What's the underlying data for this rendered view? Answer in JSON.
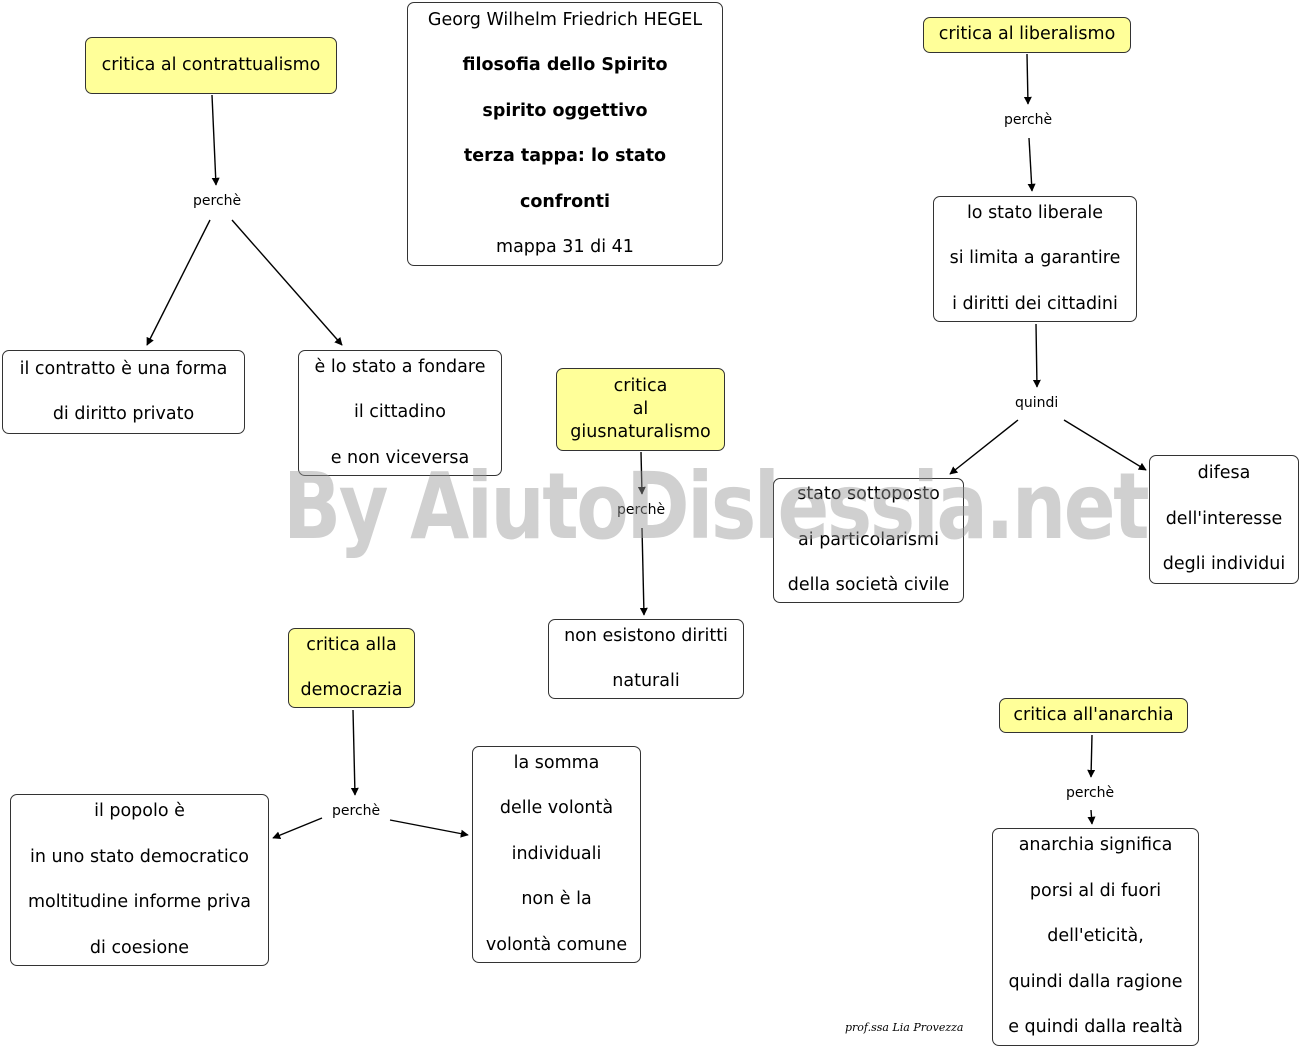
{
  "title_box": {
    "lines": [
      "Georg Wilhelm Friedrich HEGEL",
      "filosofia dello Spirito",
      "spirito oggettivo",
      "terza tappa: lo stato",
      "confronti",
      "mappa 31 di 41"
    ]
  },
  "colors": {
    "highlight": "#ffff99",
    "border": "#333333",
    "watermark": "#969696"
  },
  "nodes": {
    "contrattualismo": [
      "critica al contrattualismo"
    ],
    "contratto_privato": [
      "il contratto è una forma",
      "di diritto privato"
    ],
    "stato_fondare": [
      "è lo stato a fondare",
      "il cittadino",
      "e non viceversa"
    ],
    "giusnaturalismo": [
      "critica",
      "al",
      "giusnaturalismo"
    ],
    "diritti_naturali": [
      "non esistono diritti",
      "naturali"
    ],
    "liberalismo": [
      "critica al liberalismo"
    ],
    "stato_liberale": [
      "lo stato liberale",
      "si limita a garantire",
      "i diritti dei cittadini"
    ],
    "particolarismi": [
      "stato sottoposto",
      "ai particolarismi",
      "della società civile"
    ],
    "interesse": [
      "difesa",
      "dell'interesse",
      "degli individui"
    ],
    "democrazia": [
      "critica alla",
      "democrazia"
    ],
    "popolo": [
      "il popolo è",
      "in uno stato democratico",
      "moltitudine informe priva",
      "di coesione"
    ],
    "volonta": [
      "la somma",
      "delle volontà",
      "individuali",
      "non è la",
      "volontà comune"
    ],
    "anarchia": [
      "critica all'anarchia"
    ],
    "anarchia_significa": [
      "anarchia significa",
      "porsi al di fuori",
      "dell'eticità,",
      "quindi dalla ragione",
      "e quindi dalla realtà"
    ]
  },
  "link_labels": {
    "contrattualismo": "perchè",
    "giusnaturalismo": "perchè",
    "liberalismo": "perchè",
    "liberale_quindi": "quindi",
    "democrazia": "perchè",
    "anarchia": "perchè"
  },
  "watermark": "By AiutoDislessia.net",
  "signature": "prof.ssa Lia Provezza"
}
